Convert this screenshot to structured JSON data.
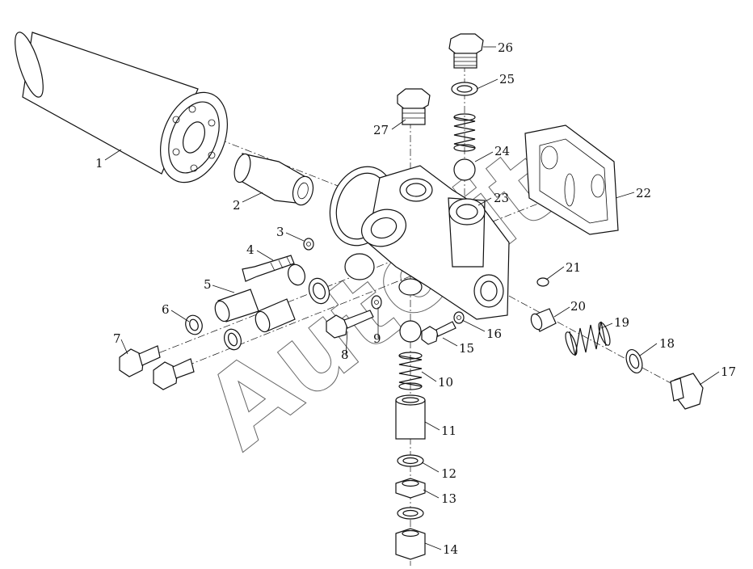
{
  "watermark": "Autofit",
  "callouts": [
    "1",
    "2",
    "3",
    "4",
    "5",
    "6",
    "7",
    "8",
    "9",
    "10",
    "11",
    "12",
    "13",
    "14",
    "15",
    "16",
    "17",
    "18",
    "19",
    "20",
    "21",
    "22",
    "23",
    "24",
    "25",
    "26",
    "27"
  ]
}
